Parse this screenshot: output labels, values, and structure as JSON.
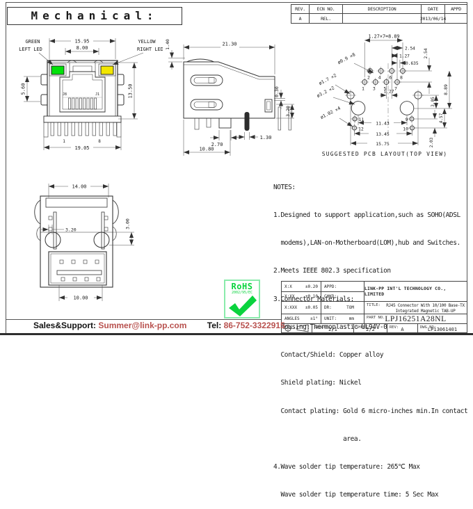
{
  "header": {
    "title": "Mechanical:",
    "rev_table": {
      "col_rev": "REV.",
      "col_ecn": "ECN NO.",
      "col_desc": "DESCRIPTION",
      "col_date": "DATE",
      "col_appd": "APPD",
      "val_rev": "A",
      "val_ecn": "REL.",
      "val_desc": "",
      "val_date": "2013/06/14",
      "val_appd": ""
    }
  },
  "front_view": {
    "led_green_line1": "GREEN",
    "led_green_line2": "LEFT LED",
    "led_yellow_line1": "YELLOW",
    "led_yellow_line2": "RIGHT LED",
    "dim_width_top": "15.95",
    "dim_led_span": "8.00",
    "dim_ear_offset": "5.60",
    "dim_height": "13.50",
    "dim_width_bottom": "19.05",
    "label_j8": "J8",
    "label_j1": "J1",
    "pin_first": "1",
    "pin_last": "8",
    "led_green_color": "#00e108",
    "led_yellow_color": "#f2e600"
  },
  "side_view": {
    "dim_dome": "1.40",
    "dim_depth": "21.30",
    "dim_tab": "0.30",
    "dim_tail": "3.20",
    "dim_pin": "1.30",
    "dim_post": "2.70",
    "dim_span": "10.80"
  },
  "pcb_layout": {
    "caption": "SUGGESTED PCB LAYOUT(TOP VIEW)",
    "dim_pitch": "1.27×7=8.89",
    "dim_254_top": "2.54",
    "dim_127_top": "1.27",
    "dim_0635": "0.635",
    "dim_254_right": "2.54",
    "dim_889_right": "8.89",
    "dim_127_mid": "1.27",
    "dim_305": "3.05",
    "dim_457": "4.57",
    "dim_203": "2.03",
    "dim_1143": "11.43",
    "dim_1345": "13.45",
    "dim_1575": "15.75",
    "callout_09": "ø0.9 ×8",
    "callout_17": "ø1.7 ×2",
    "callout_32": "ø3.2 ×2",
    "callout_102": "ø1.02 ×4",
    "pins": {
      "p1": "1",
      "p2": "2",
      "p3": "3",
      "p4": "4",
      "p5": "5",
      "p6": "6",
      "p7": "7",
      "p8": "8",
      "p9": "9",
      "p10": "10",
      "p11": "11",
      "p12": "12"
    }
  },
  "bottom_view": {
    "dim_width": "14.00",
    "dim_hole": "3.20",
    "dim_standoff": "3.00",
    "dim_span": "10.00"
  },
  "notes": {
    "title": "NOTES:",
    "lines": [
      "1.Designed to support application,such as SOHO(ADSL",
      "  modems),LAN-on-Motherboard(LOM),hub and Switches.",
      "2.Meets IEEE 802.3 specification",
      "3.Connector Materials:",
      "  Housing:Thermoplastic UL94V-0",
      "  Contact/Shield: Copper alloy",
      "  Shield plating: Nickel",
      "  Contact plating: Gold 6 micro-inches min.In contact",
      "                   area.",
      "4.Wave solder tip temperature: 265℃ Max",
      "  Wave solder tip temperature time: 5 Sec Max"
    ]
  },
  "title_block": {
    "company": "LINK-PP INT'L TECHNOLOGY CO., LIMITED",
    "tol1_label": "X:X",
    "tol1_val": "±0.20",
    "tol2_label": "X:XX",
    "tol2_val": "±0.10",
    "tol3_label": "X:XXX",
    "tol3_val": "±0.05",
    "tol4_label": "ANGLES",
    "tol4_val": "±1°",
    "appd_label": "APPD:",
    "chkd_label": "CHKD:",
    "dr_label": "DR:",
    "dr_val": "TOM",
    "unit_label": "UNIT:",
    "unit_val": "mm",
    "title_label": "TITLE:",
    "title_line1": "RJ45 Connector With 10/100 Base-TX",
    "title_line2": "Integrated Magnetic TAB-UP",
    "part_label": "PART NO.:",
    "part_no": "LPJ16251A28NL",
    "scale_label": "SCALE:",
    "scale": "2/1",
    "sheet_label": "SHEET:",
    "sheet": "2/2",
    "rev_label": "REV:",
    "rev": "A",
    "dwg_label": "DWG NO:",
    "dwg_no": "LP13061401"
  },
  "rohs": {
    "name": "RoHS",
    "directive": "2002/95/EC",
    "green_color": "#09d33d"
  },
  "footer": {
    "support_label": "Sales&Support:",
    "email": "Summer@link-pp.com",
    "tel_label": "Tel:",
    "tel_number": "86-752-3322915",
    "accent_color": "#b8514e"
  }
}
